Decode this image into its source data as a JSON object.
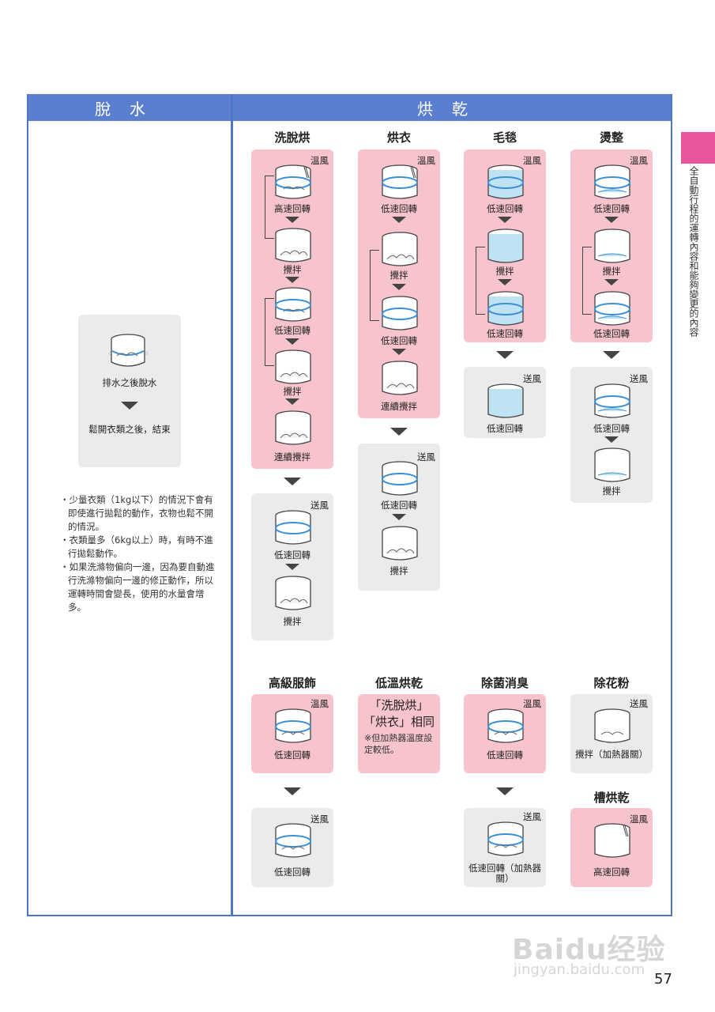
{
  "headers": {
    "dehydrate": "脫水",
    "dry": "烘乾"
  },
  "side_label": "全自動行程的運轉內容和能夠變更的內容",
  "dehydrate": {
    "step1": "排水之後脫水",
    "step2": "鬆開衣類之後，結束",
    "notes": [
      "・少量衣類（1kg以下）的情況下會有即使進行拋鬆的動作，衣物也鬆不開的情況。",
      "・衣類量多（6kg以上）時，有時不進行拋鬆動作。",
      "・如果洗滌物偏向一邊，因為要自動進行洗滌物偏向一邊的修正動作，所以運轉時間會變長，使用的水量會增多。"
    ]
  },
  "courses": {
    "c1": {
      "title": "洗脫烘",
      "tag_warm": "溫風",
      "tag_send": "送風",
      "s1": "高速回轉",
      "s2": "攪拌",
      "s3": "低速回轉",
      "s4": "攪拌",
      "s5": "連續攪拌",
      "g1": "低速回轉",
      "g2": "攪拌"
    },
    "c2": {
      "title": "烘衣",
      "tag_warm": "溫風",
      "tag_send": "送風",
      "s1": "低速回轉",
      "s2": "攪拌",
      "s3": "低速回轉",
      "s4": "連續攪拌",
      "g1": "低速回轉",
      "g2": "攪拌"
    },
    "c3": {
      "title": "毛毯",
      "tag_warm": "溫風",
      "tag_send": "送風",
      "s1": "低速回轉",
      "s2": "攪拌",
      "s3": "低速回轉",
      "g1": "低速回轉"
    },
    "c4": {
      "title": "燙整",
      "tag_warm": "溫風",
      "tag_send": "送風",
      "s1": "低速回轉",
      "s2": "攪拌",
      "s3": "低速回轉",
      "g1": "低速回轉",
      "g2": "攪拌"
    },
    "c5": {
      "title": "高級服飾",
      "tag_warm": "溫風",
      "tag_send": "送風",
      "s1": "低速回轉",
      "g1": "低速回轉"
    },
    "c6": {
      "title": "低溫烘乾",
      "big": "「洗脫烘」「烘衣」相同",
      "note": "※但加熱器溫度設定較低。"
    },
    "c7": {
      "title": "除菌消臭",
      "tag_warm": "溫風",
      "tag_send": "送風",
      "s1": "低速回轉",
      "g1": "低速回轉（加熱器關）"
    },
    "c8": {
      "title": "除花粉",
      "tag_send": "送風",
      "g1": "攪拌（加熱器關）"
    },
    "c9": {
      "title": "槽烘乾",
      "tag_warm": "溫風",
      "s1": "高速回轉"
    }
  },
  "watermark": {
    "brand": "Baidu经验",
    "url": "jingyan.baidu.com"
  },
  "page_number": "57",
  "colors": {
    "header": "#5b7fcf",
    "pink_box": "#f7c4cd",
    "gray_box": "#ebebeb",
    "side_tab": "#e9559a",
    "rotate_arrow": "#3a8fd6"
  }
}
